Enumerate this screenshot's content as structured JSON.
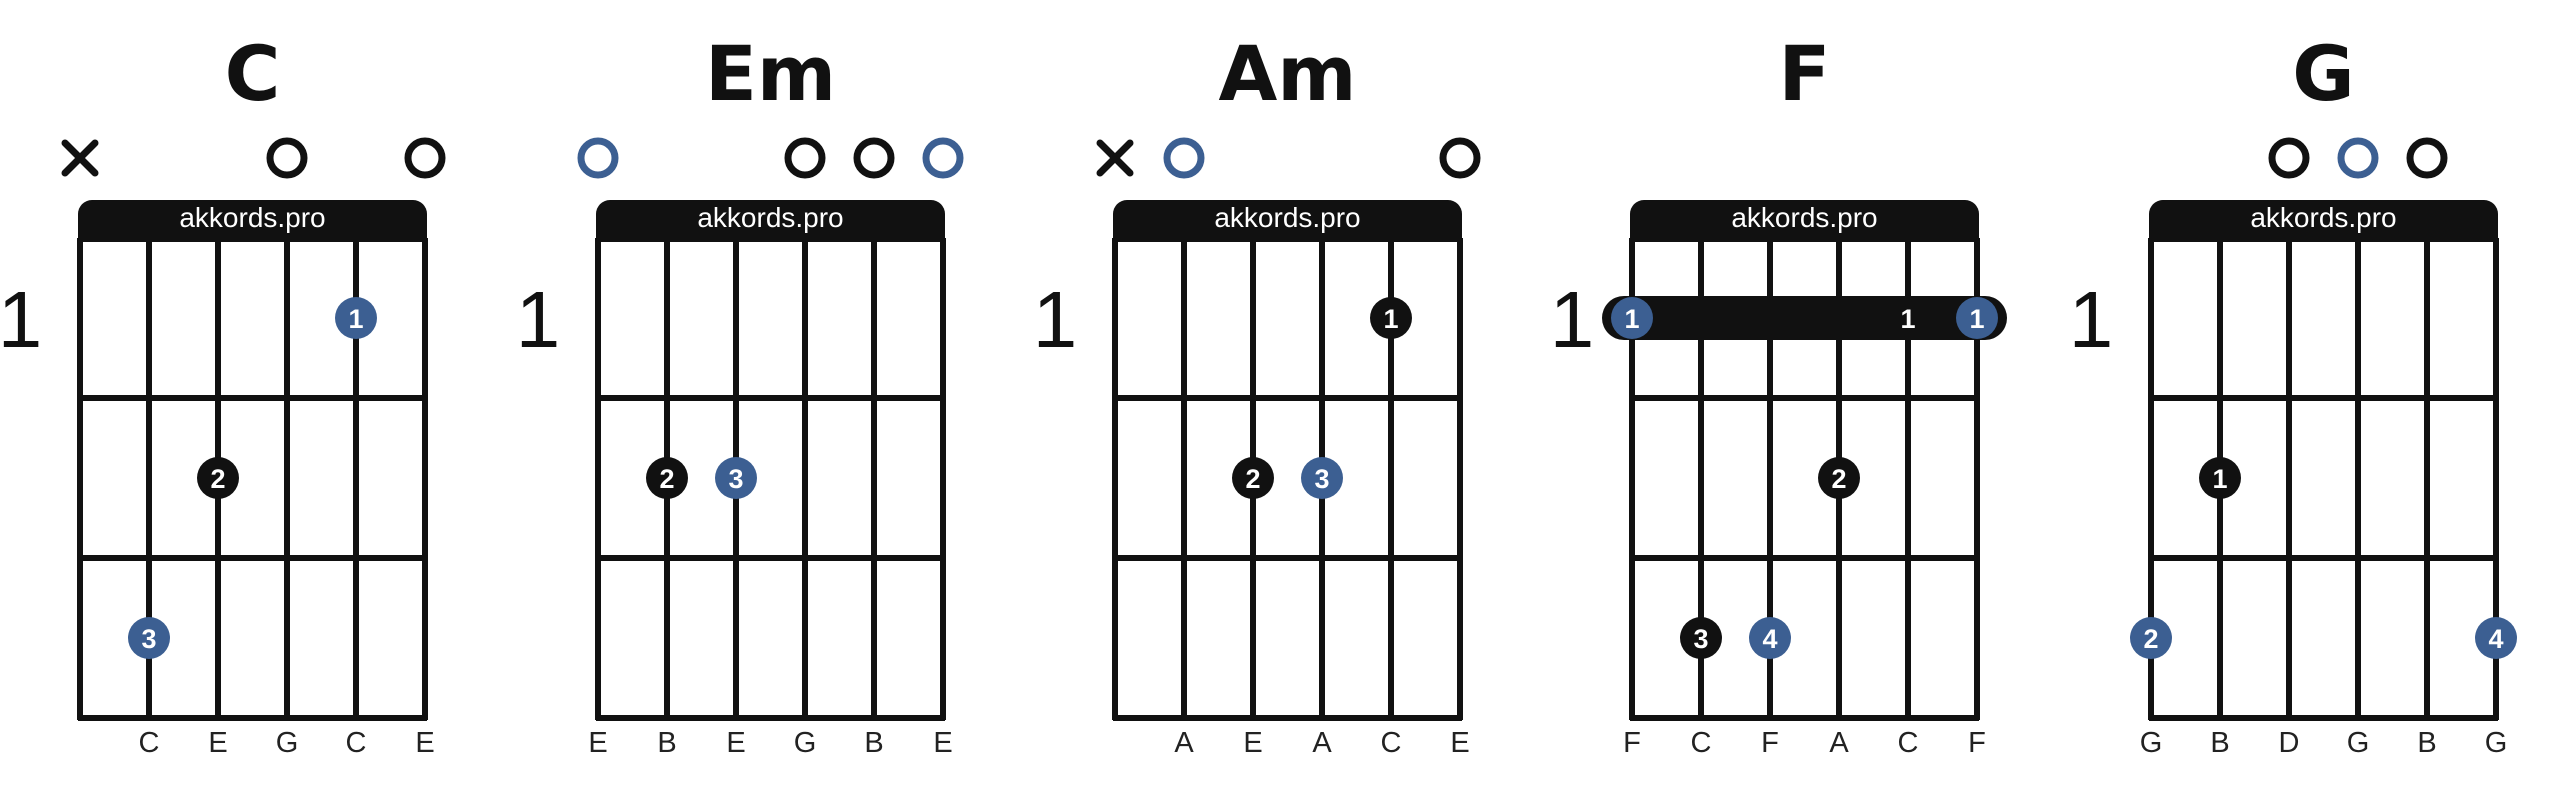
{
  "brand_label": "akkords.pro",
  "colors": {
    "ink": "#111111",
    "accent": "#3c5f92",
    "background": "#ffffff"
  },
  "chart_data": {
    "type": "chord-diagrams",
    "chords": [
      {
        "name": "C",
        "start_fret_label": "1",
        "open_markers": [
          {
            "string": 1,
            "kind": "muted"
          },
          {
            "string": 4,
            "kind": "open"
          },
          {
            "string": 6,
            "kind": "open"
          }
        ],
        "dots": [
          {
            "string": 5,
            "fret": 1,
            "finger": "1",
            "color": "accent"
          },
          {
            "string": 3,
            "fret": 2,
            "finger": "2",
            "color": "ink"
          },
          {
            "string": 2,
            "fret": 3,
            "finger": "3",
            "color": "accent"
          }
        ],
        "barre": null,
        "notes": [
          "",
          "C",
          "E",
          "G",
          "C",
          "E"
        ]
      },
      {
        "name": "Em",
        "start_fret_label": "1",
        "open_markers": [
          {
            "string": 1,
            "kind": "open-accent"
          },
          {
            "string": 4,
            "kind": "open"
          },
          {
            "string": 5,
            "kind": "open"
          },
          {
            "string": 6,
            "kind": "open-accent"
          }
        ],
        "dots": [
          {
            "string": 2,
            "fret": 2,
            "finger": "2",
            "color": "ink"
          },
          {
            "string": 3,
            "fret": 2,
            "finger": "3",
            "color": "accent"
          }
        ],
        "barre": null,
        "notes": [
          "E",
          "B",
          "E",
          "G",
          "B",
          "E"
        ]
      },
      {
        "name": "Am",
        "start_fret_label": "1",
        "open_markers": [
          {
            "string": 1,
            "kind": "muted"
          },
          {
            "string": 2,
            "kind": "open-accent"
          },
          {
            "string": 6,
            "kind": "open"
          }
        ],
        "dots": [
          {
            "string": 5,
            "fret": 1,
            "finger": "1",
            "color": "ink"
          },
          {
            "string": 3,
            "fret": 2,
            "finger": "2",
            "color": "ink"
          },
          {
            "string": 4,
            "fret": 2,
            "finger": "3",
            "color": "accent"
          }
        ],
        "barre": null,
        "notes": [
          "",
          "A",
          "E",
          "A",
          "C",
          "E"
        ]
      },
      {
        "name": "F",
        "start_fret_label": "1",
        "open_markers": [],
        "dots": [
          {
            "string": 4,
            "fret": 2,
            "finger": "2",
            "color": "ink"
          },
          {
            "string": 2,
            "fret": 3,
            "finger": "3",
            "color": "ink"
          },
          {
            "string": 3,
            "fret": 3,
            "finger": "4",
            "color": "accent"
          }
        ],
        "barre": {
          "fret": 1,
          "finger": "1",
          "inner_label": "1"
        },
        "notes": [
          "F",
          "C",
          "F",
          "A",
          "C",
          "F"
        ]
      },
      {
        "name": "G",
        "start_fret_label": "1",
        "open_markers": [
          {
            "string": 3,
            "kind": "open"
          },
          {
            "string": 4,
            "kind": "open-accent"
          },
          {
            "string": 5,
            "kind": "open"
          }
        ],
        "dots": [
          {
            "string": 2,
            "fret": 2,
            "finger": "1",
            "color": "ink"
          },
          {
            "string": 1,
            "fret": 3,
            "finger": "2",
            "color": "accent"
          },
          {
            "string": 6,
            "fret": 3,
            "finger": "4",
            "color": "accent"
          }
        ],
        "barre": null,
        "notes": [
          "G",
          "B",
          "D",
          "G",
          "B",
          "G"
        ]
      }
    ]
  }
}
